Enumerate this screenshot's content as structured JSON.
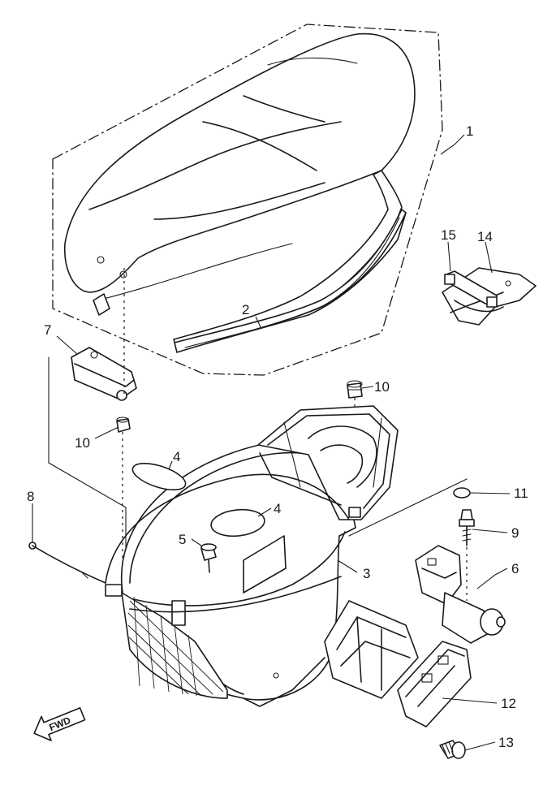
{
  "callouts": [
    {
      "id": "1",
      "label": "1"
    },
    {
      "id": "2",
      "label": "2"
    },
    {
      "id": "3",
      "label": "3"
    },
    {
      "id": "4a",
      "label": "4"
    },
    {
      "id": "4b",
      "label": "4"
    },
    {
      "id": "5",
      "label": "5"
    },
    {
      "id": "6",
      "label": "6"
    },
    {
      "id": "7",
      "label": "7"
    },
    {
      "id": "8",
      "label": "8"
    },
    {
      "id": "9",
      "label": "9"
    },
    {
      "id": "10a",
      "label": "10"
    },
    {
      "id": "10b",
      "label": "10"
    },
    {
      "id": "11",
      "label": "11"
    },
    {
      "id": "12",
      "label": "12"
    },
    {
      "id": "13",
      "label": "13"
    },
    {
      "id": "14",
      "label": "14"
    },
    {
      "id": "15",
      "label": "15"
    }
  ],
  "fwd_label": "FWD"
}
